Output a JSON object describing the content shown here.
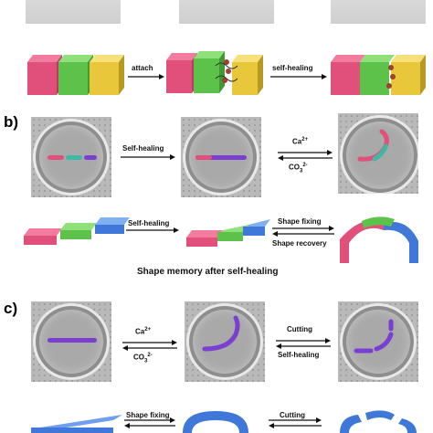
{
  "panel_a": {
    "attach_label": "attach",
    "self_healing_label": "self-healing"
  },
  "panel_b": {
    "panel_letter": "b)",
    "self_healing_label": "Self-healing",
    "ca_label": "Ca",
    "ca_sup": "2+",
    "co3_label": "CO",
    "co3_sub": "3",
    "co3_sup": "2-",
    "self_healing_label_2": "Self-healing",
    "shape_fixing_label": "Shape fixing",
    "shape_recovery_label": "Shape recovery",
    "caption": "Shape memory after self-healing"
  },
  "panel_c": {
    "panel_letter": "c)",
    "ca_label": "Ca",
    "ca_sup": "2+",
    "co3_label": "CO",
    "co3_sub": "3",
    "co3_sup": "2-",
    "cutting_label": "Cutting",
    "self_healing_label": "Self-healing",
    "shape_fixing_label": "Shape fixing",
    "cutting_label_2": "Cutting"
  },
  "colors": {
    "pink": "#e0507a",
    "green": "#5cc24a",
    "yellow": "#e8c83a",
    "blue": "#3f78d8",
    "purple": "#7a3fd0",
    "teal": "#3fb8a8"
  }
}
